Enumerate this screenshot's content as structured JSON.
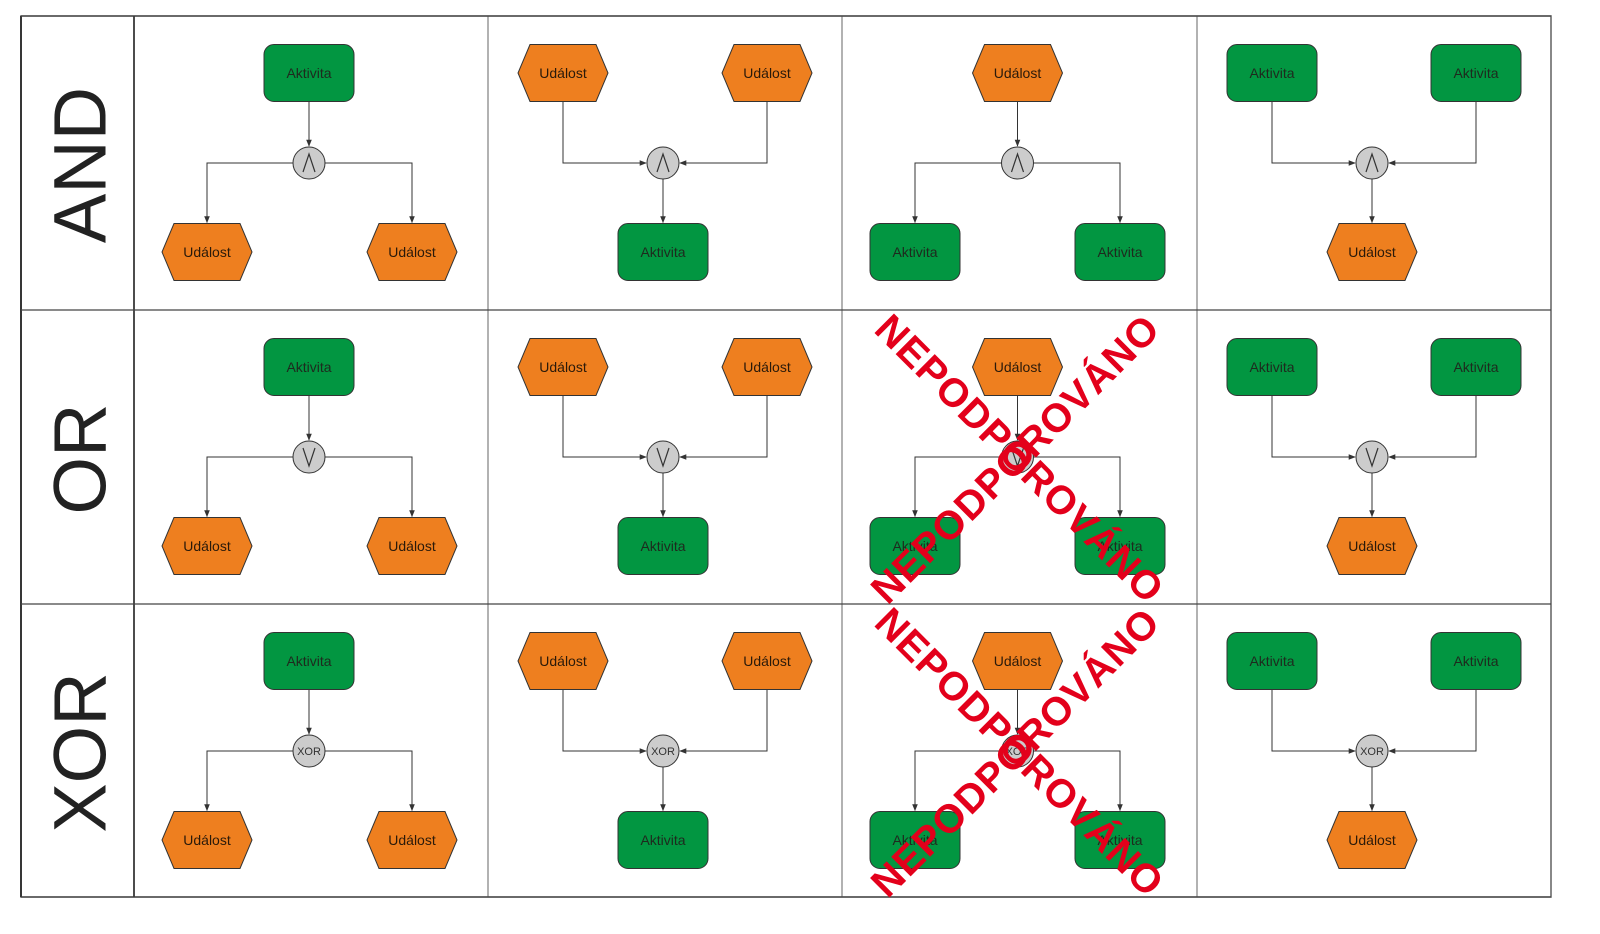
{
  "colors": {
    "activity": "#029641",
    "event": "#ee7f1f",
    "connector": "#cccccc",
    "stroke": "#333333",
    "stamp": "#e3001b",
    "grid": "#222222"
  },
  "rows": [
    {
      "label": "AND",
      "connector_symbol": "⋀",
      "connector_icon": "and-operator-icon"
    },
    {
      "label": "OR",
      "connector_symbol": "⋁",
      "connector_icon": "or-operator-icon"
    },
    {
      "label": "XOR",
      "connector_symbol": "XOR",
      "connector_icon": "xor-operator-icon"
    }
  ],
  "columns": [
    {
      "pattern": "split",
      "top": [
        "activity"
      ],
      "bottom": [
        "event",
        "event"
      ]
    },
    {
      "pattern": "join",
      "top": [
        "event",
        "event"
      ],
      "bottom": [
        "activity"
      ]
    },
    {
      "pattern": "split",
      "top": [
        "event"
      ],
      "bottom": [
        "activity",
        "activity"
      ]
    },
    {
      "pattern": "join",
      "top": [
        "activity",
        "activity"
      ],
      "bottom": [
        "event"
      ]
    }
  ],
  "labels": {
    "activity": "Aktivita",
    "event": "Událost"
  },
  "unsupported": {
    "cells": [
      [
        1,
        2
      ],
      [
        2,
        2
      ]
    ],
    "text": "NEPODPOROVÁNO"
  }
}
